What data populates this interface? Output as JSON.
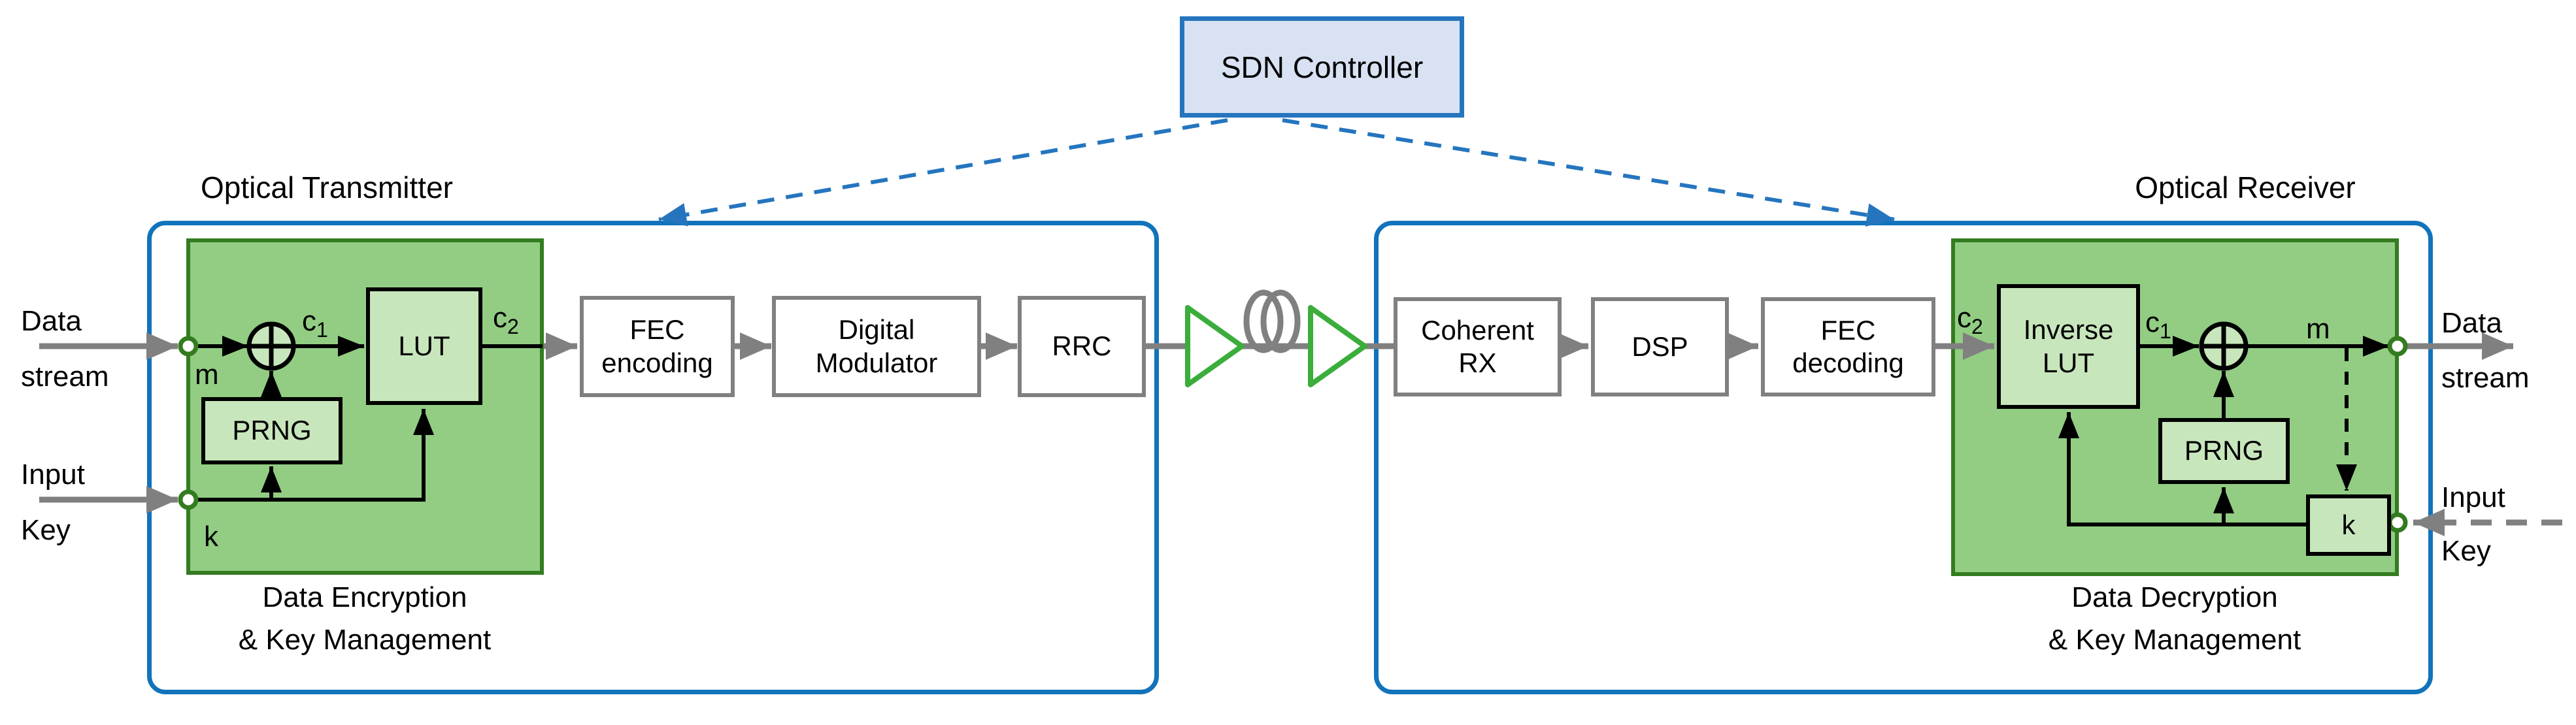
{
  "colors": {
    "blue_border": "#1173BB",
    "sdn_fill": "#D8E2F2",
    "sdn_border": "#2575BE",
    "green_fill": "#92CD83",
    "green_border": "#337C20",
    "inner_green_fill": "#C8E6BC",
    "gray": "#808080",
    "amp_green": "#3AAD3B",
    "ink": "#000000"
  },
  "sdn": {
    "label": "SDN Controller"
  },
  "transmitter": {
    "title": "Optical Transmitter",
    "caption": {
      "line1": "Data Encryption",
      "line2": "& Key Management"
    },
    "io": {
      "data_in": {
        "line1": "Data",
        "line2": "stream"
      },
      "key_in": {
        "line1": "Input",
        "line2": "Key"
      }
    },
    "blocks": {
      "lut": "LUT",
      "prng": "PRNG",
      "fec_encoding": {
        "line1": "FEC",
        "line2": "encoding"
      },
      "digital_modulator": {
        "line1": "Digital",
        "line2": "Modulator"
      },
      "rrc": "RRC"
    },
    "signals": {
      "m": "m",
      "k": "k",
      "c1": {
        "base": "c",
        "sub": "1"
      },
      "c2": {
        "base": "c",
        "sub": "2"
      }
    }
  },
  "link": {
    "amplifier_icon": "optical-amplifier",
    "fiber_icon": "fiber-coil"
  },
  "receiver": {
    "title": "Optical Receiver",
    "caption": {
      "line1": "Data Decryption",
      "line2": "& Key Management"
    },
    "io": {
      "data_out": {
        "line1": "Data",
        "line2": "stream"
      },
      "key_in": {
        "line1": "Input",
        "line2": "Key"
      }
    },
    "blocks": {
      "coherent_rx": {
        "line1": "Coherent",
        "line2": "RX"
      },
      "dsp": "DSP",
      "fec_decoding": {
        "line1": "FEC",
        "line2": "decoding"
      },
      "inverse_lut": {
        "line1": "Inverse",
        "line2": "LUT"
      },
      "prng": "PRNG",
      "k": "k"
    },
    "signals": {
      "m": "m",
      "c1": {
        "base": "c",
        "sub": "1"
      },
      "c2": {
        "base": "c",
        "sub": "2"
      }
    }
  }
}
